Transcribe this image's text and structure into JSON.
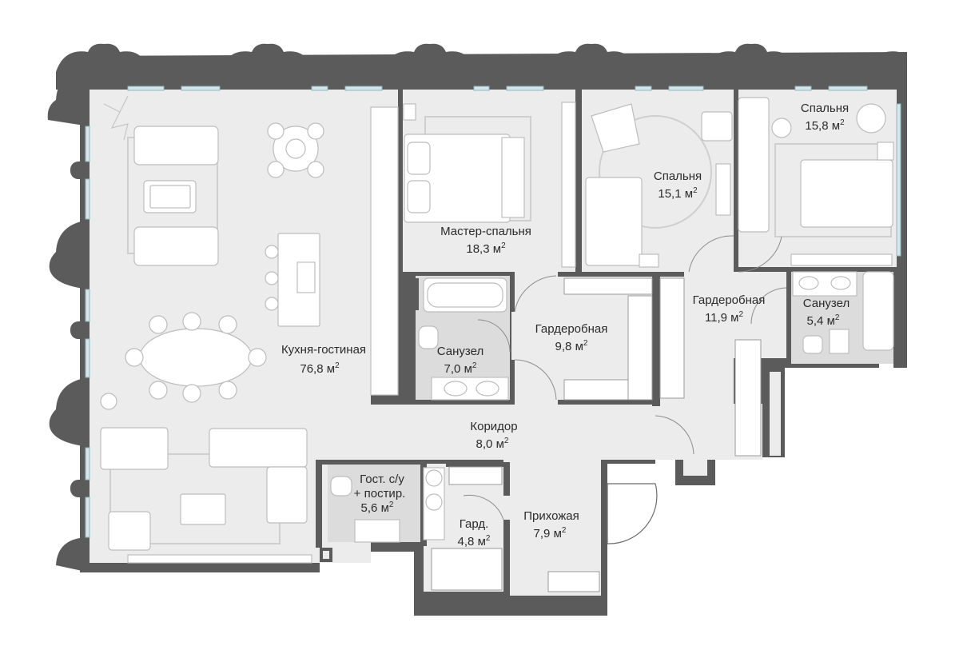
{
  "plan": {
    "rooms": [
      {
        "id": "kitchen-living",
        "name": "Кухня-гостиная",
        "area": "76,8 м",
        "unit_sup": "2"
      },
      {
        "id": "master-bedroom",
        "name": "Мастер-спальня",
        "area": "18,3 м",
        "unit_sup": "2"
      },
      {
        "id": "bedroom-1",
        "name": "Спальня",
        "area": "15,1 м",
        "unit_sup": "2"
      },
      {
        "id": "bedroom-2",
        "name": "Спальня",
        "area": "15,8 м",
        "unit_sup": "2"
      },
      {
        "id": "bathroom-1",
        "name": "Санузел",
        "area": "7,0 м",
        "unit_sup": "2"
      },
      {
        "id": "wardrobe-1",
        "name": "Гардеробная",
        "area": "9,8 м",
        "unit_sup": "2"
      },
      {
        "id": "wardrobe-2",
        "name": "Гардеробная",
        "area": "11,9 м",
        "unit_sup": "2"
      },
      {
        "id": "bathroom-2",
        "name": "Санузел",
        "area": "5,4 м",
        "unit_sup": "2"
      },
      {
        "id": "corridor",
        "name": "Коридор",
        "area": "8,0 м",
        "unit_sup": "2"
      },
      {
        "id": "guest-wc",
        "name_line1": "Гост. с/у",
        "name_line2": "+ постир.",
        "area": "5,6 м",
        "unit_sup": "2"
      },
      {
        "id": "closet",
        "name": "Гард.",
        "area": "4,8 м",
        "unit_sup": "2"
      },
      {
        "id": "hallway",
        "name": "Прихожая",
        "area": "7,9 м",
        "unit_sup": "2"
      }
    ],
    "colors": {
      "wall": "#5b5b5b",
      "floor": "#ececec",
      "wet_zone": "#dcdcdc",
      "window": "#d4e6ea",
      "furniture_stroke": "#bdbdbd",
      "text": "#2b2b2b"
    }
  }
}
